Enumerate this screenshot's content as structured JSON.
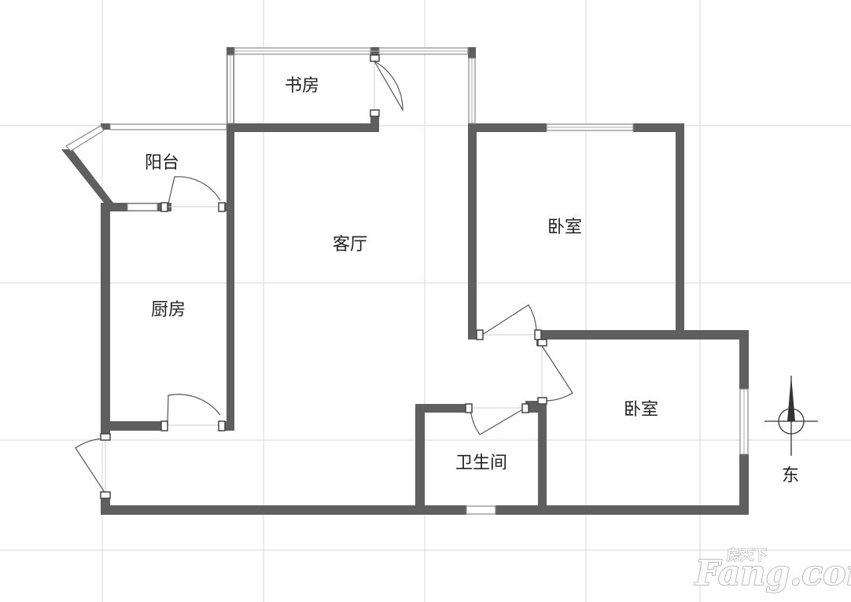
{
  "rooms": {
    "study": "书房",
    "balcony": "阳台",
    "living_room": "客厅",
    "bedroom_1": "卧室",
    "kitchen": "厨房",
    "bedroom_2": "卧室",
    "bathroom": "卫生间"
  },
  "compass": {
    "label": "东"
  },
  "watermark": {
    "brand": "Fang.com",
    "tagline": "房天下"
  },
  "colors": {
    "wall": "#5f5f5f",
    "background": "#ffffff",
    "grid": "#d9d9d9"
  }
}
